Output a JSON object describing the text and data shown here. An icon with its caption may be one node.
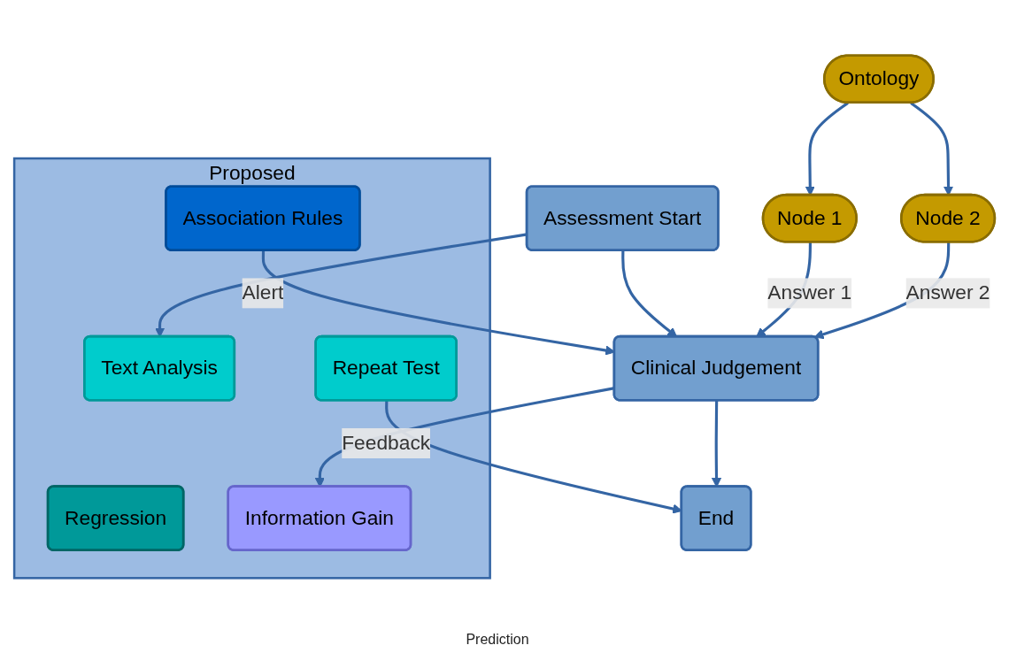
{
  "diagram": {
    "nodes": [
      {
        "text": [
          "Ontology"
        ]
      },
      {
        "text": [
          "Assessment Start"
        ]
      },
      {
        "text": [
          "Node 1"
        ]
      },
      {
        "text": [
          "Node 2"
        ]
      },
      {
        "text": [
          "Clinical Judgement"
        ]
      },
      {
        "text": [
          "End"
        ]
      },
      {
        "text": [
          "Proposed"
        ]
      },
      {
        "text": [
          "Text Analysis"
        ],
        "in": 6
      },
      {
        "text": [
          "Association Rules"
        ],
        "in": 6
      },
      {
        "text": [
          "Regression"
        ],
        "in": 6
      },
      {
        "text": [
          "Information Gain"
        ],
        "in": 6
      },
      {
        "text": [
          "Repeat Test"
        ],
        "in": 6
      }
    ],
    "edges": [
      {
        "from": 0,
        "to": 2,
        "arrow": "to"
      },
      {
        "from": 0,
        "to": 3,
        "arrow": "to"
      },
      {
        "from": 1,
        "to": 4,
        "arrow": "to"
      },
      {
        "from": 2,
        "to": 4,
        "arrow": "to",
        "label": "Answer 1"
      },
      {
        "from": 3,
        "to": 4,
        "arrow": "to",
        "label": "Answer 2"
      },
      {
        "from": 1,
        "to": 7,
        "arrow": "to"
      },
      {
        "from": 8,
        "to": 4,
        "arrow": "to",
        "label": "Alert"
      },
      {
        "from": 4,
        "to": 10,
        "arrow": "to"
      },
      {
        "from": 4,
        "to": 5,
        "arrow": "to"
      },
      {
        "from": 11,
        "to": 5,
        "arrow": "to",
        "label": "Feedback"
      }
    ],
    "labels": [
      "Prediction"
    ]
  }
}
